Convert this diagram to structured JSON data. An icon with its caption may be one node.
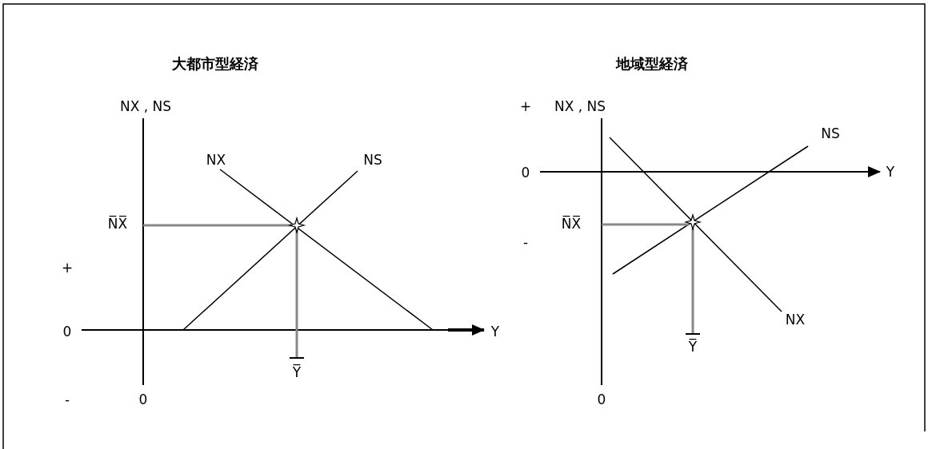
{
  "diagram": {
    "labels": [
      "大都市型経済",
      "NX , NS",
      "NX",
      "NS",
      "N̅X̅",
      "+",
      "0",
      "Y",
      "Y̅",
      "-",
      "0",
      "地域型経済",
      "+",
      "NX , NS",
      "NS",
      "0",
      "Y",
      "N̅X̅",
      "-",
      "NX",
      "Y̅",
      "0"
    ]
  }
}
